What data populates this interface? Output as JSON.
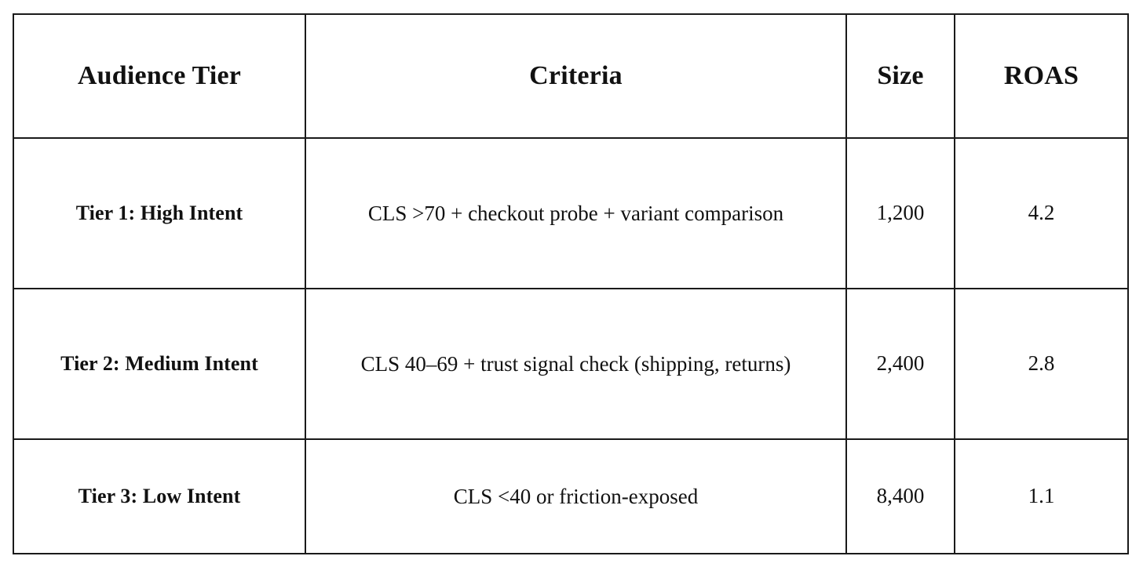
{
  "table": {
    "columns": [
      {
        "key": "tier",
        "label": "Audience Tier"
      },
      {
        "key": "criteria",
        "label": "Criteria"
      },
      {
        "key": "size",
        "label": "Size"
      },
      {
        "key": "roas",
        "label": "ROAS"
      }
    ],
    "rows": [
      {
        "tier": "Tier 1: High Intent",
        "criteria": "CLS >70 + checkout probe + variant comparison",
        "size": "1,200",
        "roas": "4.2"
      },
      {
        "tier": "Tier 2: Medium Intent",
        "criteria": "CLS 40–69 + trust signal check (shipping, returns)",
        "size": "2,400",
        "roas": "2.8"
      },
      {
        "tier": "Tier 3: Low Intent",
        "criteria": "CLS <40 or friction-exposed",
        "size": "8,400",
        "roas": "1.1"
      }
    ]
  },
  "colors": {
    "border": "#1a1a1a",
    "text": "#111111",
    "background": "#ffffff"
  }
}
